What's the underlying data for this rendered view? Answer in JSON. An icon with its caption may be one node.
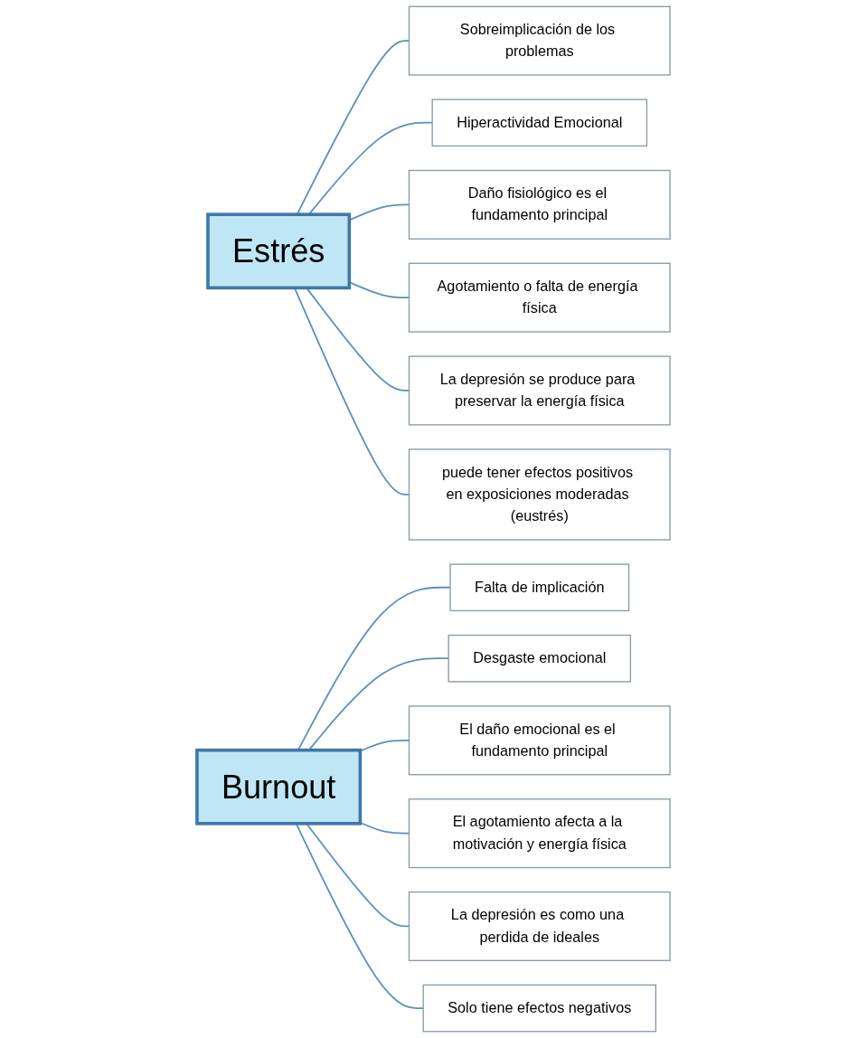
{
  "diagram": {
    "nodes": [
      {
        "text": [
          "Estrés"
        ]
      },
      {
        "text": [
          "Sobreimplicación de los problemas"
        ]
      },
      {
        "text": [
          "Hiperactividad Emocional"
        ]
      },
      {
        "text": [
          "Daño fisiológico es el fundamento principal"
        ]
      },
      {
        "text": [
          "Agotamiento o falta de energía física"
        ]
      },
      {
        "text": [
          "La depresión se produce para preservar la energía física"
        ]
      },
      {
        "text": [
          "puede tener efectos positivos en exposiciones moderadas (eustrés)"
        ]
      },
      {
        "text": [
          "Burnout"
        ]
      },
      {
        "text": [
          "Falta de implicación"
        ]
      },
      {
        "text": [
          "Desgaste emocional"
        ]
      },
      {
        "text": [
          "El daño emocional es el fundamento principal"
        ]
      },
      {
        "text": [
          "El agotamiento afecta a la motivación y energía física"
        ]
      },
      {
        "text": [
          "La depresión es como una perdida de ideales"
        ]
      },
      {
        "text": [
          "Solo tiene efectos negativos"
        ]
      }
    ],
    "edges": [
      {
        "from": 0,
        "to": 1,
        "arrow": "none"
      },
      {
        "from": 0,
        "to": 2,
        "arrow": "none"
      },
      {
        "from": 0,
        "to": 3,
        "arrow": "none"
      },
      {
        "from": 0,
        "to": 4,
        "arrow": "none"
      },
      {
        "from": 0,
        "to": 5,
        "arrow": "none"
      },
      {
        "from": 0,
        "to": 6,
        "arrow": "none"
      },
      {
        "from": 7,
        "to": 8,
        "arrow": "none"
      },
      {
        "from": 7,
        "to": 9,
        "arrow": "none"
      },
      {
        "from": 7,
        "to": 10,
        "arrow": "none"
      },
      {
        "from": 7,
        "to": 11,
        "arrow": "none"
      },
      {
        "from": 7,
        "to": 12,
        "arrow": "none"
      },
      {
        "from": 7,
        "to": 13,
        "arrow": "none"
      }
    ]
  }
}
